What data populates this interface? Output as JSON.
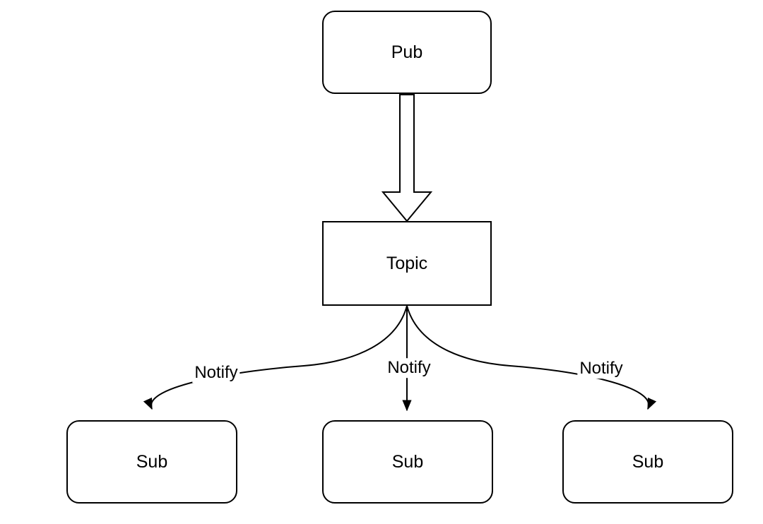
{
  "diagram": {
    "colors": {
      "background": "#ffffff",
      "stroke": "#000000",
      "node_fill": "#ffffff",
      "text": "#000000"
    },
    "nodes": [
      {
        "id": "pub",
        "label": "Pub",
        "shape": "rounded-rectangle"
      },
      {
        "id": "topic",
        "label": "Topic",
        "shape": "rectangle"
      },
      {
        "id": "sub-1",
        "label": "Sub",
        "shape": "rounded-rectangle"
      },
      {
        "id": "sub-2",
        "label": "Sub",
        "shape": "rounded-rectangle"
      },
      {
        "id": "sub-3",
        "label": "Sub",
        "shape": "rounded-rectangle"
      }
    ],
    "edges": [
      {
        "id": "pub-to-topic",
        "from": "pub",
        "to": "topic",
        "style": "hollow-block-arrow",
        "label": ""
      },
      {
        "id": "topic-to-sub-1",
        "from": "topic",
        "to": "sub-1",
        "style": "curved-arrow",
        "label": "Notify"
      },
      {
        "id": "topic-to-sub-2",
        "from": "topic",
        "to": "sub-2",
        "style": "straight-arrow",
        "label": "Notify"
      },
      {
        "id": "topic-to-sub-3",
        "from": "topic",
        "to": "sub-3",
        "style": "curved-arrow",
        "label": "Notify"
      }
    ]
  }
}
